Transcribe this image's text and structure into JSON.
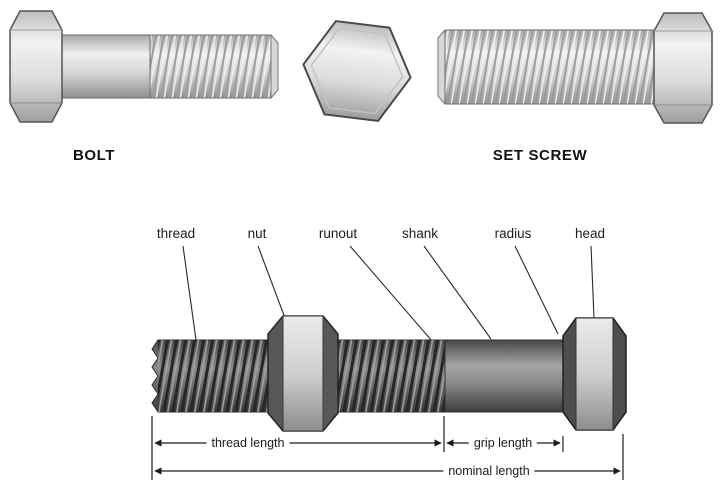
{
  "palette": {
    "background": "#ffffff",
    "metal_light": "#ececec",
    "metal_mid": "#cfcfcf",
    "metal_dark": "#4e4e4e",
    "outline": "#2e2e2e",
    "dimension_line": "#1d1d1d"
  },
  "captions": {
    "bolt": "BOLT",
    "set_screw": "SET SCREW"
  },
  "diagram": {
    "part_labels": [
      {
        "id": "thread",
        "label": "thread"
      },
      {
        "id": "nut",
        "label": "nut"
      },
      {
        "id": "runout",
        "label": "runout"
      },
      {
        "id": "shank",
        "label": "shank"
      },
      {
        "id": "radius",
        "label": "radius"
      },
      {
        "id": "head",
        "label": "head"
      }
    ],
    "dimension_labels": {
      "thread_length": "thread length",
      "grip_length": "grip length",
      "nominal_length": "nominal length"
    }
  }
}
